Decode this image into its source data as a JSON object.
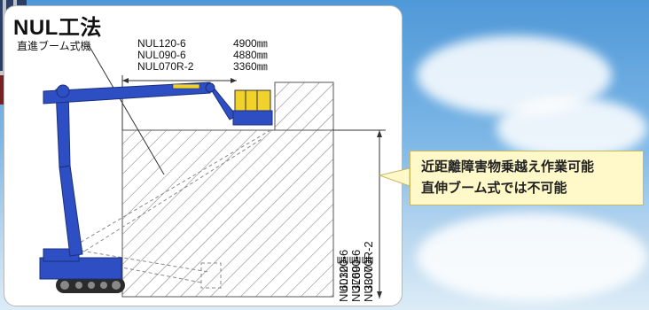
{
  "title": "NUL工法",
  "boom_label": "直進ブーム式機",
  "specs": [
    {
      "model": "NUL120-6",
      "value": "4900㎜"
    },
    {
      "model": "NUL090-6",
      "value": "4880㎜"
    },
    {
      "model": "NUL070R-2",
      "value": "3360㎜"
    }
  ],
  "vertical_specs": [
    {
      "model": "NUL120-6",
      "value": "6030㎜"
    },
    {
      "model": "NUL090-6",
      "value": "3760㎜"
    },
    {
      "model": "NUL070R-2",
      "value": "3300㎜"
    }
  ],
  "callout": {
    "line1": "近距離障害物乗越え作業可能",
    "line2": "直伸ブーム式では不可能"
  },
  "colors": {
    "machine_blue": "#2e4fc4",
    "basket_yellow": "#f0d22a",
    "callout_bg": "#fff8c9"
  }
}
